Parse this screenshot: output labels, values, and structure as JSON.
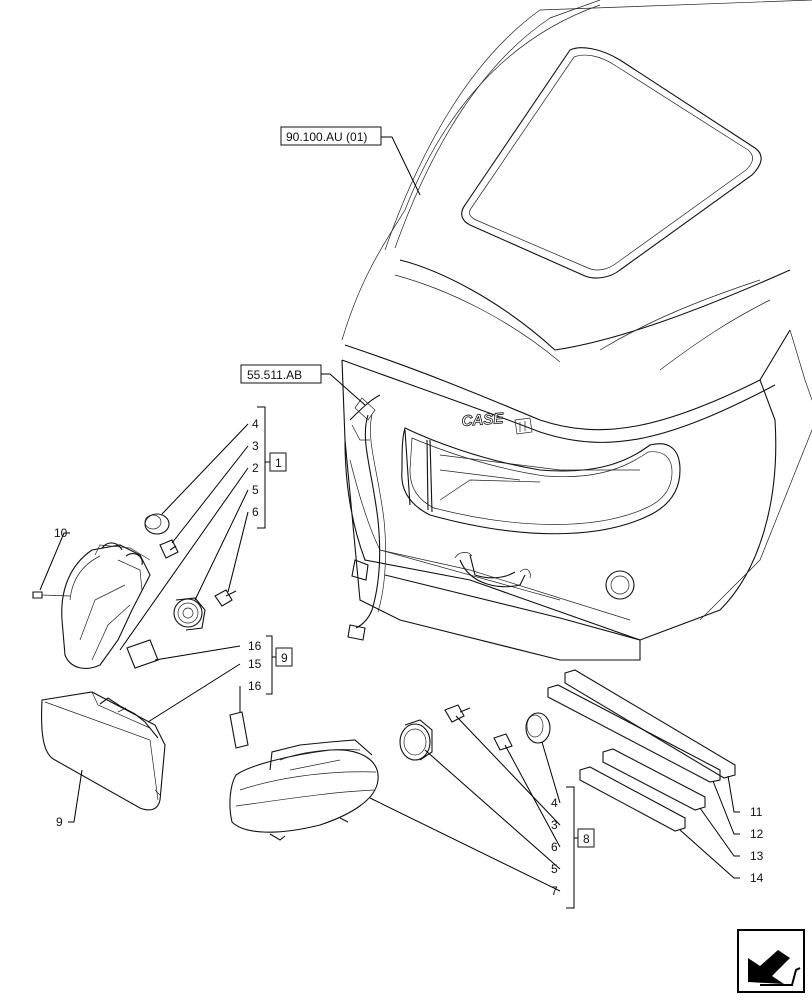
{
  "references": {
    "cab": "90.100.AU (01)",
    "harness": "55.511.AB"
  },
  "brand_logo": "CASE",
  "group_labels": {
    "group_1": "1",
    "group_9": "9",
    "group_8": "8"
  },
  "callouts": {
    "g1_4": "4",
    "g1_3": "3",
    "g1_2": "2",
    "g1_5": "5",
    "g1_6": "6",
    "left_10": "10",
    "g9_16a": "16",
    "g9_15": "15",
    "g9_16b": "16",
    "left_9": "9",
    "g8_4": "4",
    "g8_3": "3",
    "g8_6": "6",
    "g8_5": "5",
    "g8_7": "7",
    "strip_11": "11",
    "strip_12": "12",
    "strip_13": "13",
    "strip_14": "14"
  },
  "nav_icon": "next-page-arrow-icon"
}
